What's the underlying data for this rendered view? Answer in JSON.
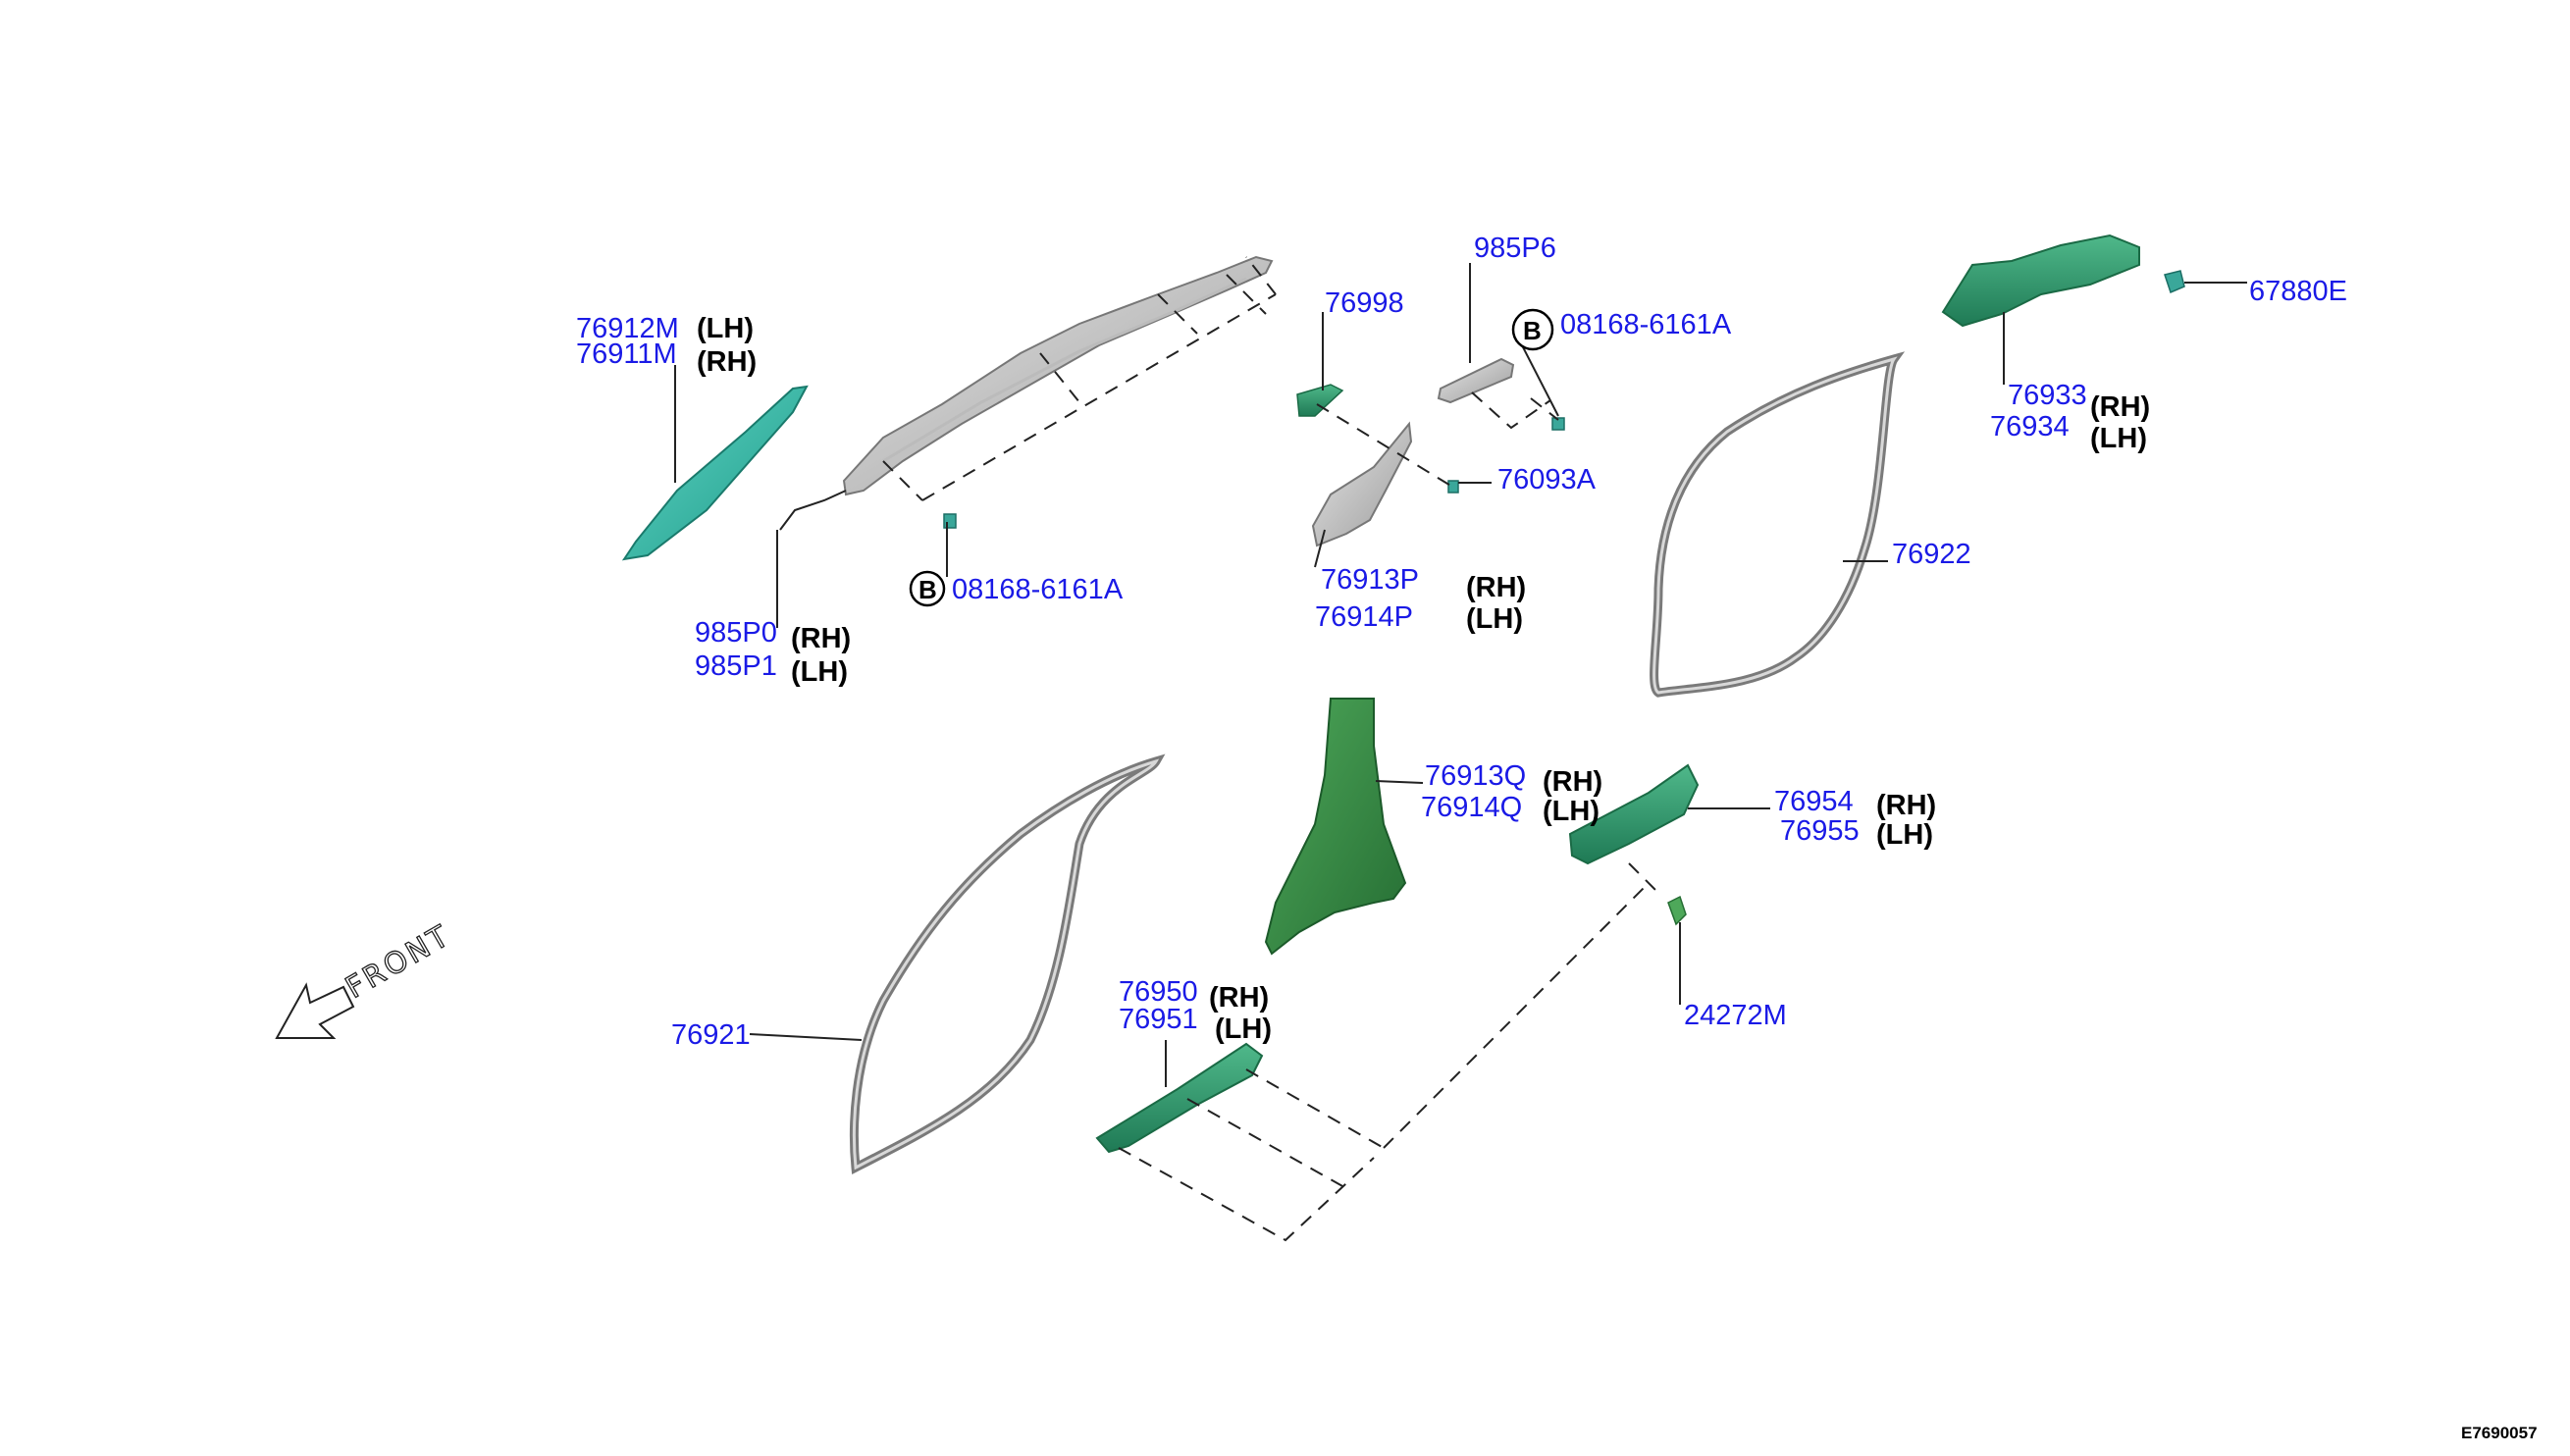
{
  "parts": {
    "p76912M": "76912M",
    "p76911M": "76911M",
    "p985P0": "985P0",
    "p985P1": "985P1",
    "p08168a": "08168-6161A",
    "p76998": "76998",
    "p985P6": "985P6",
    "p08168b": "08168-6161A",
    "p76093A": "76093A",
    "p76913P": "76913P",
    "p76914P": "76914P",
    "p76922": "76922",
    "p76933": "76933",
    "p76934": "76934",
    "p67880E": "67880E",
    "p76913Q": "76913Q",
    "p76914Q": "76914Q",
    "p76954": "76954",
    "p76955": "76955",
    "p24272M": "24272M",
    "p76921": "76921",
    "p76950": "76950",
    "p76951": "76951"
  },
  "sides": {
    "rh": "(RH)",
    "lh": "(LH)"
  },
  "circled_letter": "B",
  "front_label": "FRONT",
  "diagram_code": "E7690057",
  "colors": {
    "part_number": "#1a1ae6",
    "trim_teal": "#2bb8a6",
    "trim_green": "#2e8b45",
    "trim_dark_green": "#3a9f4f",
    "molding_gray": "#9a9a9a",
    "weatherstrip_gray": "#7d7d7d"
  }
}
